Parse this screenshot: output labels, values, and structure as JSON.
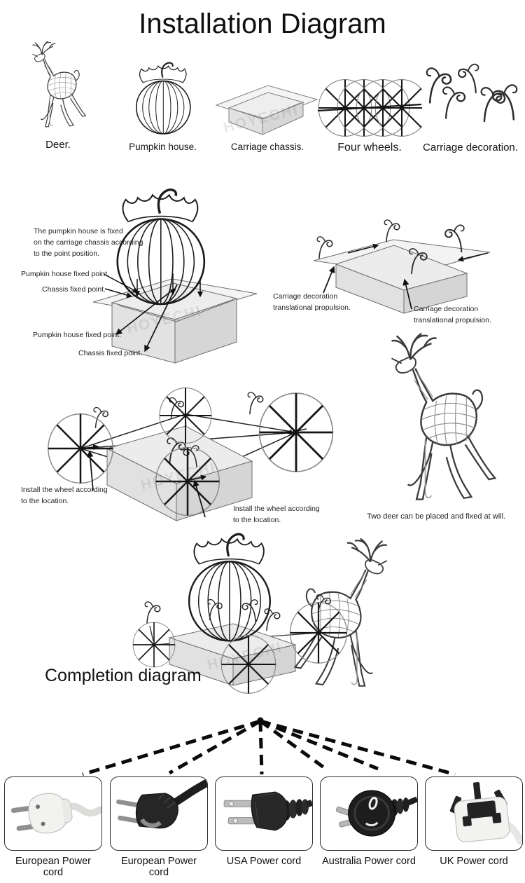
{
  "title": "Installation Diagram",
  "parts": {
    "deer": "Deer.",
    "pumpkin": "Pumpkin house.",
    "chassis": "Carriage chassis.",
    "wheels": "Four wheels.",
    "decoration": "Carriage decoration."
  },
  "step_fixing": {
    "note": "The pumpkin house is fixed\non the carriage chassis according\nto the point position.",
    "pumpkin_point_top": "Pumpkin house fixed point.",
    "chassis_point_top": "Chassis fixed point.",
    "pumpkin_point_bottom": "Pumpkin house fixed point.",
    "chassis_point_bottom": "Chassis fixed point."
  },
  "step_decoration": {
    "label_left": "Carriage decoration\ntranslational propulsion.",
    "label_right": "Carriage decoration\ntranslational propulsion."
  },
  "step_wheels": {
    "label_left": "Install the wheel according\nto the location.",
    "label_right": "Install the wheel according\nto the location.",
    "deer_note": "Two deer can be placed and fixed at will."
  },
  "completion": {
    "label": "Completion diagram"
  },
  "power_cords": {
    "items": [
      {
        "label": "European Power cord",
        "plug_color": "#f2f2f0"
      },
      {
        "label": "European Power cord",
        "plug_color": "#262626"
      },
      {
        "label": "USA Power cord",
        "plug_color": "#282828"
      },
      {
        "label": "Australia Power cord",
        "plug_color": "#1d1d1d"
      },
      {
        "label": "UK Power cord",
        "plug_color": "#f2f2f0"
      }
    ]
  },
  "watermark": "HOYECHI"
}
